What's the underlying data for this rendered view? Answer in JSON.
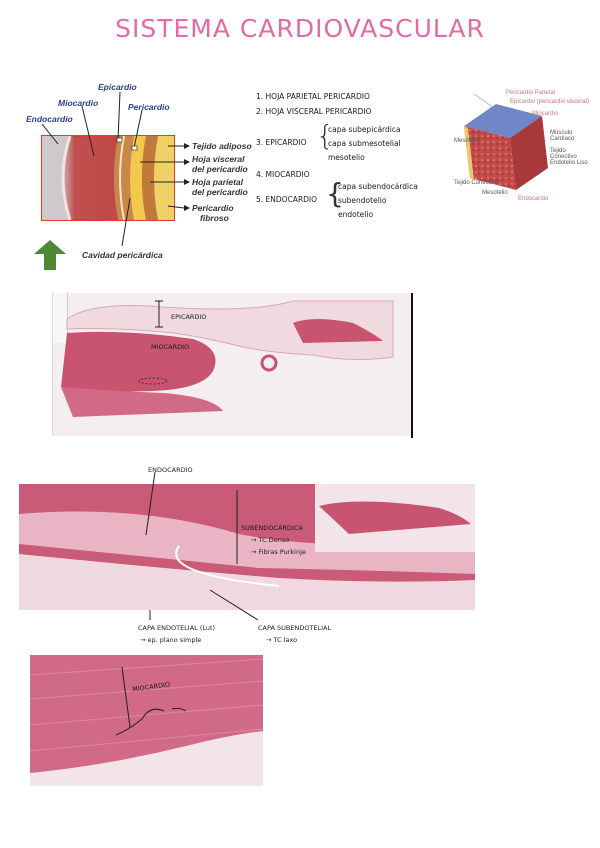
{
  "title": "SISTEMA CARDIOVASCULAR",
  "diagram": {
    "labels": {
      "epicardio": "Epicardio",
      "miocardio": "Miocardio",
      "pericardio": "Pericardio",
      "endocardio": "Endocardio",
      "tejido_adiposo": "Tejido adiposo",
      "hoja_visceral_1": "Hoja visceral",
      "hoja_visceral_2": "del pericardio",
      "hoja_parietal_1": "Hoja parietal",
      "hoja_parietal_2": "del pericardio",
      "pericardio_fibroso_1": "Pericardio",
      "pericardio_fibroso_2": "fibroso",
      "cavidad": "Cavidad pericárdica"
    }
  },
  "numbered_list": [
    {
      "num": "1.",
      "text": "HOJA PARIETAL PERICARDIO"
    },
    {
      "num": "2.",
      "text": "HOJA VISCERAL PERICARDIO"
    },
    {
      "num": "3.",
      "text": "EPICARDIO",
      "subitems": [
        "capa subepicárdica",
        "capa submesotelial",
        "mesotelio"
      ]
    },
    {
      "num": "4.",
      "text": "MIOCARDIO"
    },
    {
      "num": "5.",
      "text": "ENDOCARDIO",
      "subitems": [
        "capa subendocárdica",
        "subendotelio",
        "endotelio"
      ]
    }
  ],
  "inset_3d": {
    "labels": {
      "pericardio_parietal": "Pericardio Parietal",
      "epicardio_visceral": "Epicardio (pericardio visceral)",
      "miocardio": "Miocardio",
      "mesotelio": "Mesotelio",
      "musculo_cardiaco": "Músculo Cardíaco",
      "tejido_conectivo_1": "Tejido Conectivo",
      "endotelio_liso": "Endotelio Liso",
      "tejido_conectivo_2": "Tejido Conectivo",
      "mesotelio_2": "Mesotelio",
      "endocardio": "Endocardio"
    }
  },
  "slide1": {
    "epicardio": "EPICARDIO",
    "miocardio": "MIOCARDIO"
  },
  "slide2": {
    "endocardio": "ENDOCARDIO",
    "subendo": "SUBENDOCÁRDICA",
    "subendo_b1": "→ TC Denso",
    "subendo_b2": "→ Fibras Purkinje",
    "capa_endotelial": "CAPA ENDOTELIAL (Lut)",
    "capa_endotelial_b": "→ ep. plano simple",
    "capa_subendotelial": "CAPA SUBENDOTELIAL",
    "capa_subendotelial_b": "→ TC laxo"
  },
  "slide3": {
    "miocardio": "MIOCARDIO"
  },
  "colors": {
    "title": "#e46aa6",
    "tissue": "#c85a76",
    "arrow": "#4e8a36",
    "frame": "#e33a2e"
  }
}
